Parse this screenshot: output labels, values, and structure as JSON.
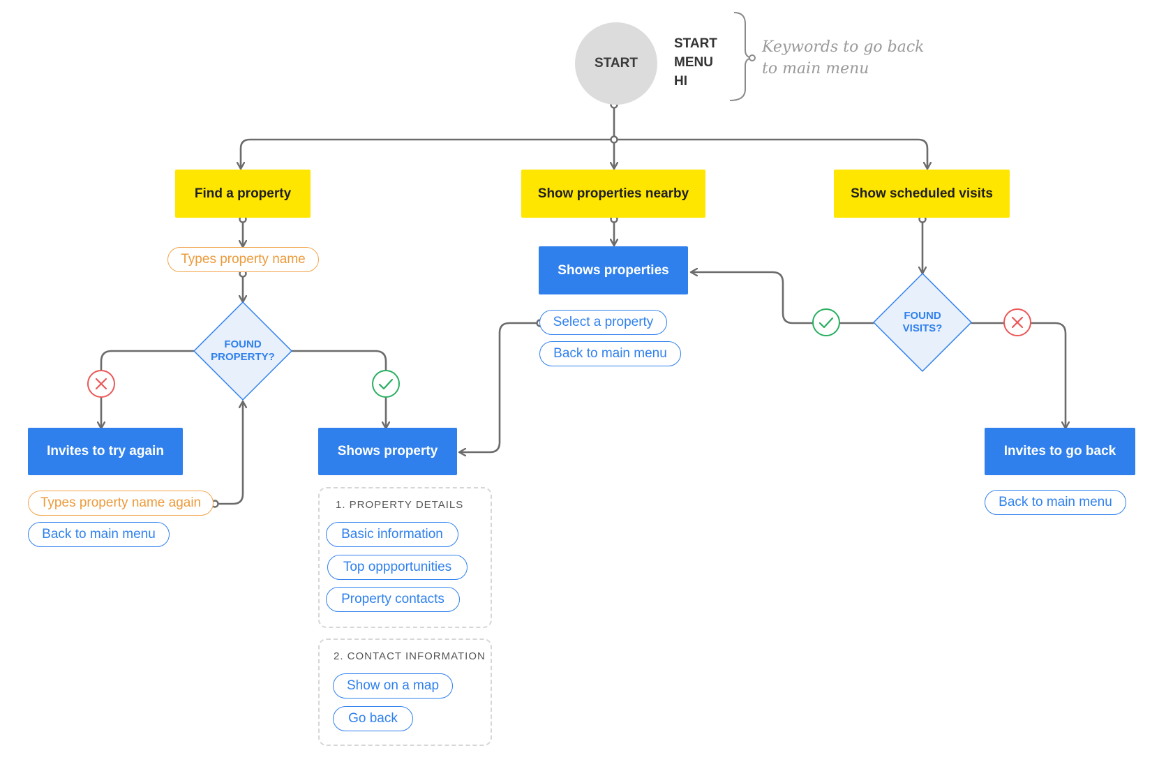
{
  "start": {
    "label": "START"
  },
  "keywords": [
    "START",
    "MENU",
    "HI"
  ],
  "keywords_note": [
    "Keywords to go back",
    "to main menu"
  ],
  "options": {
    "find": "Find a property",
    "nearby": "Show properties nearby",
    "visits": "Show scheduled visits"
  },
  "left_branch": {
    "input": "Types property name",
    "decision": [
      "FOUND",
      "PROPERTY?"
    ],
    "fail_result": "Invites to try again",
    "retry_input": "Types property name again",
    "back": "Back to main menu",
    "success_result": "Shows property"
  },
  "property_details": {
    "title": "1. PROPERTY DETAILS",
    "buttons": [
      "Basic information",
      "Top oppportunities",
      "Property contacts"
    ]
  },
  "contact_information": {
    "title": "2. CONTACT INFORMATION",
    "buttons": [
      "Show on a map",
      "Go back"
    ]
  },
  "middle_branch": {
    "result": "Shows properties",
    "select": "Select a property",
    "back": "Back to main menu"
  },
  "right_branch": {
    "decision": [
      "FOUND",
      "VISITS?"
    ],
    "fail_result": "Invites to go back",
    "back": "Back to main menu"
  },
  "colors": {
    "yellow": "#ffe600",
    "blue": "#2f80ed",
    "orange": "#f2a44b",
    "success": "#27ae60",
    "fail": "#eb5757",
    "connector": "#6b6b6b",
    "diamond_fill": "#e8f0fb"
  },
  "icons": {
    "success": "check-icon",
    "fail": "cross-icon"
  }
}
